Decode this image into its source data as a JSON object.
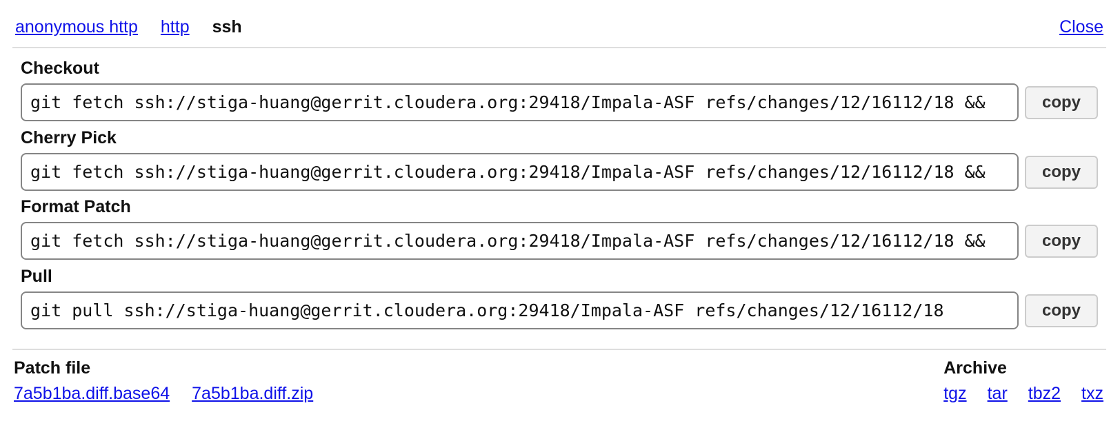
{
  "tabs": {
    "anonymous_http": "anonymous http",
    "http": "http",
    "ssh": "ssh",
    "close": "Close"
  },
  "sections": [
    {
      "label": "Checkout",
      "command": "git fetch ssh://stiga-huang@gerrit.cloudera.org:29418/Impala-ASF refs/changes/12/16112/18 &&",
      "copy_label": "copy"
    },
    {
      "label": "Cherry Pick",
      "command": "git fetch ssh://stiga-huang@gerrit.cloudera.org:29418/Impala-ASF refs/changes/12/16112/18 &&",
      "copy_label": "copy"
    },
    {
      "label": "Format Patch",
      "command": "git fetch ssh://stiga-huang@gerrit.cloudera.org:29418/Impala-ASF refs/changes/12/16112/18 &&",
      "copy_label": "copy"
    },
    {
      "label": "Pull",
      "command": "git pull ssh://stiga-huang@gerrit.cloudera.org:29418/Impala-ASF refs/changes/12/16112/18",
      "copy_label": "copy"
    }
  ],
  "patch_file": {
    "label": "Patch file",
    "links": [
      "7a5b1ba.diff.base64",
      "7a5b1ba.diff.zip"
    ]
  },
  "archive": {
    "label": "Archive",
    "links": [
      "tgz",
      "tar",
      "tbz2",
      "txz"
    ]
  },
  "colors": {
    "link": "#0f12e8",
    "divider": "#dedede",
    "input_border": "#858585",
    "button_bg": "#f3f3f3",
    "button_border": "#cccccc",
    "button_text": "#333333"
  }
}
